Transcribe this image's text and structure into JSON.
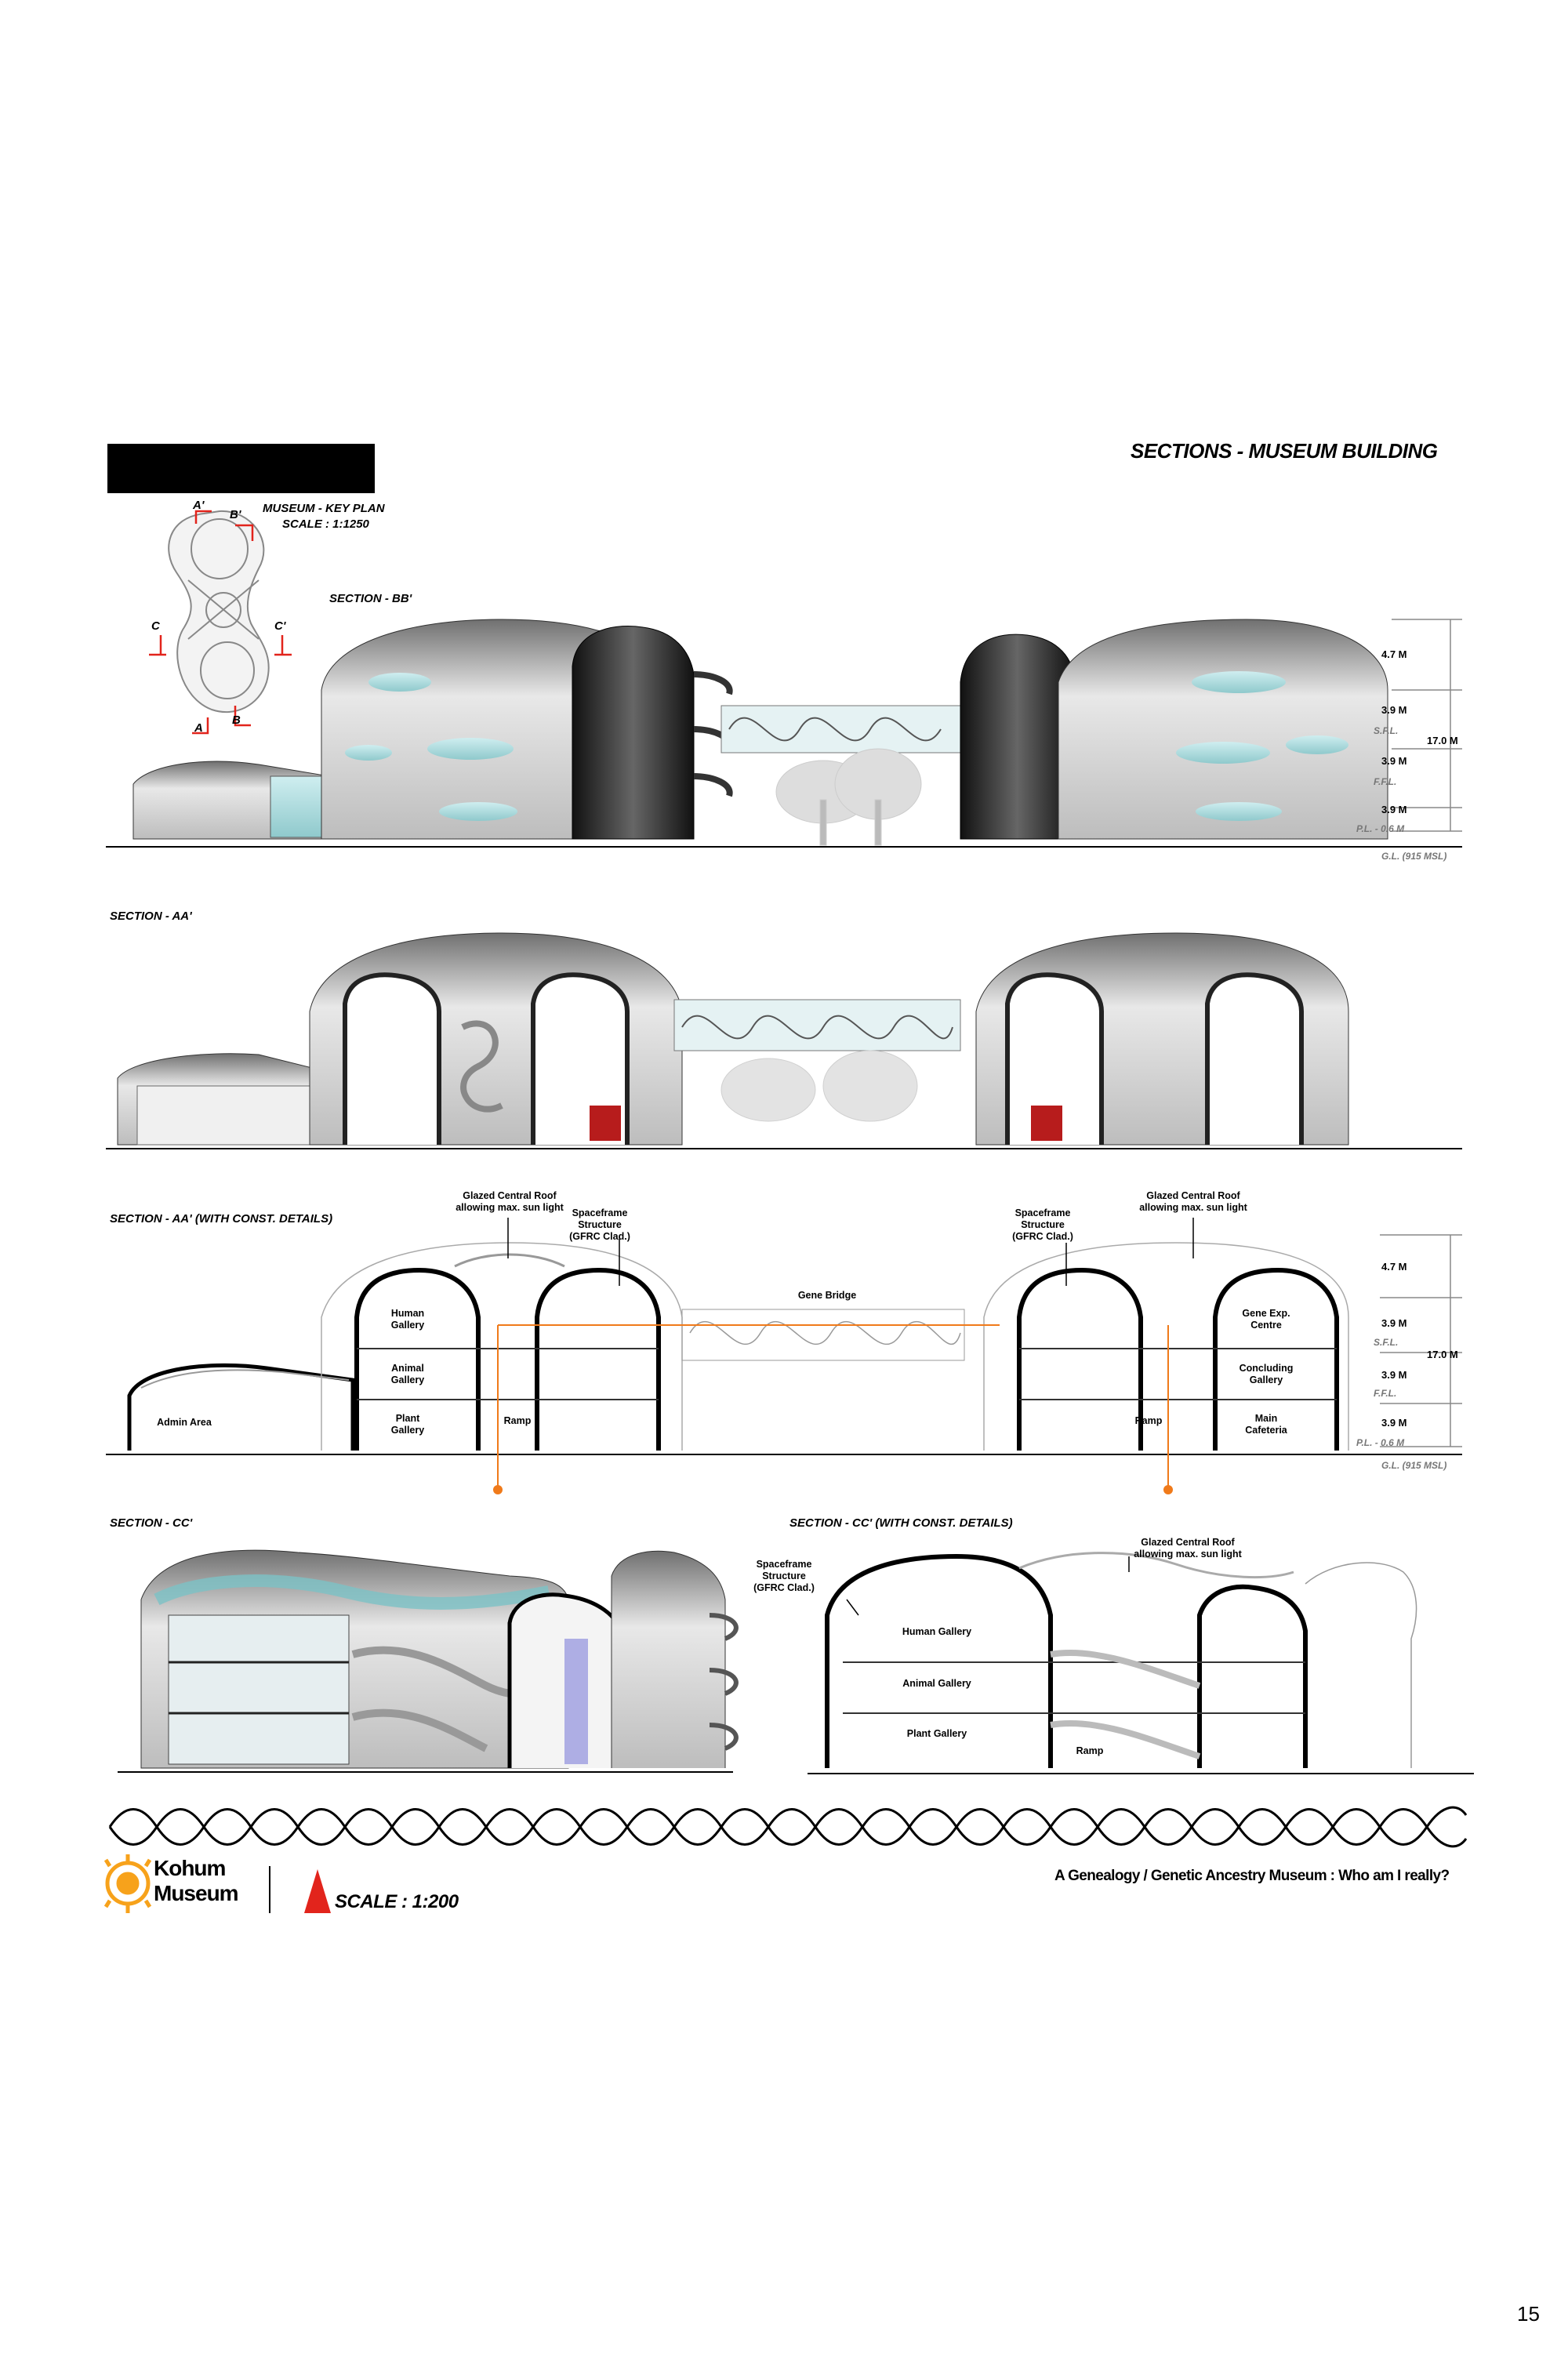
{
  "page": {
    "title": "SECTIONS - MUSEUM BUILDING",
    "page_number": "15"
  },
  "key_plan": {
    "title": "MUSEUM - KEY PLAN",
    "scale": "SCALE : 1:1250",
    "markers": [
      "A'",
      "B'",
      "C",
      "C'",
      "B",
      "A"
    ]
  },
  "sections": {
    "bb": {
      "label": "SECTION - BB'",
      "dims": [
        "4.7 M",
        "3.9 M",
        "3.9 M",
        "3.9 M"
      ],
      "total": "17.0 M",
      "levels": [
        "S.F.L.",
        "F.F.L.",
        "P.L. - 0.6 M"
      ],
      "ground": "G.L. (915 MSL)"
    },
    "aa": {
      "label": "SECTION - AA'"
    },
    "aa_const": {
      "label": "SECTION - AA' (WITH CONST. DETAILS)",
      "notes": {
        "roof_left": "Glazed Central Roof\nallowing max. sun light",
        "frame_left": "Spaceframe\nStructure\n(GFRC Clad.)",
        "frame_right": "Spaceframe\nStructure\n(GFRC Clad.)",
        "roof_right": "Glazed Central Roof\nallowing max. sun light",
        "bridge": "Gene Bridge"
      },
      "rooms": {
        "human": "Human\nGallery",
        "animal": "Animal\nGallery",
        "plant": "Plant\nGallery",
        "admin": "Admin Area",
        "ramp_left": "Ramp",
        "ramp_right": "Ramp",
        "gene_exp": "Gene Exp.\nCentre",
        "concluding": "Concluding\nGallery",
        "cafeteria": "Main\nCafeteria"
      },
      "dims": [
        "4.7 M",
        "3.9 M",
        "3.9 M",
        "3.9 M"
      ],
      "total": "17.0 M",
      "levels": [
        "S.F.L.",
        "F.F.L.",
        "P.L. - 0.6 M"
      ],
      "ground": "G.L. (915 MSL)"
    },
    "cc": {
      "label": "SECTION - CC'"
    },
    "cc_const": {
      "label": "SECTION - CC' (WITH CONST. DETAILS)",
      "frame": "Spaceframe\nStructure\n(GFRC Clad.)",
      "roof": "Glazed Central Roof\nallowing max. sun light",
      "rooms": [
        "Human Gallery",
        "Animal Gallery",
        "Plant Gallery",
        "Ramp"
      ]
    }
  },
  "footer": {
    "logo_line1": "Kohum",
    "logo_line2": "Museum",
    "scale": "SCALE : 1:200",
    "tagline": "A Genealogy / Genetic Ancestry Museum : Who am I really?",
    "accent_orange": "#f7a21b",
    "accent_red": "#e2241c"
  }
}
